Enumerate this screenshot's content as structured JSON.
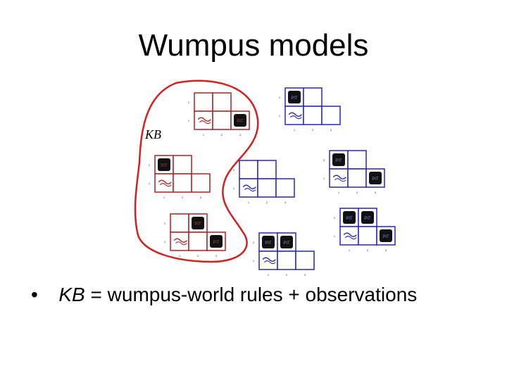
{
  "slide": {
    "title": "Wumpus models",
    "kb_label": "KB",
    "bullet": {
      "marker": "•",
      "kb": "KB",
      "rest": " = wumpus-world rules + observations"
    }
  },
  "colors": {
    "kb_outline": "#d42020",
    "in_kb_grid": "#b52020",
    "out_kb_grid": "#2626b8",
    "pit_fill": "#111111",
    "pit_text_in": "#e03030",
    "pit_text_out": "#7b8cd8"
  },
  "cell_labels": {
    "pit": "PIT",
    "breeze": "Breeze"
  },
  "models": [
    {
      "id": "kb-model-1",
      "in_kb": true,
      "pits": [
        "3,1"
      ]
    },
    {
      "id": "kb-model-2",
      "in_kb": true,
      "pits": [
        "1,3"
      ]
    },
    {
      "id": "kb-model-3",
      "in_kb": true,
      "pits": [
        "2,2",
        "3,1"
      ]
    },
    {
      "id": "model-4",
      "in_kb": false,
      "pits": [
        "1,3"
      ]
    },
    {
      "id": "model-5",
      "in_kb": false,
      "pits": []
    },
    {
      "id": "model-6",
      "in_kb": false,
      "pits": [
        "1,3",
        "3,1"
      ]
    },
    {
      "id": "model-7",
      "in_kb": false,
      "pits": [
        "1,3",
        "2,2"
      ]
    },
    {
      "id": "model-8",
      "in_kb": false,
      "pits": [
        "1,3",
        "2,2",
        "3,1"
      ]
    }
  ],
  "axis_ticks": [
    "1",
    "2",
    "3"
  ]
}
